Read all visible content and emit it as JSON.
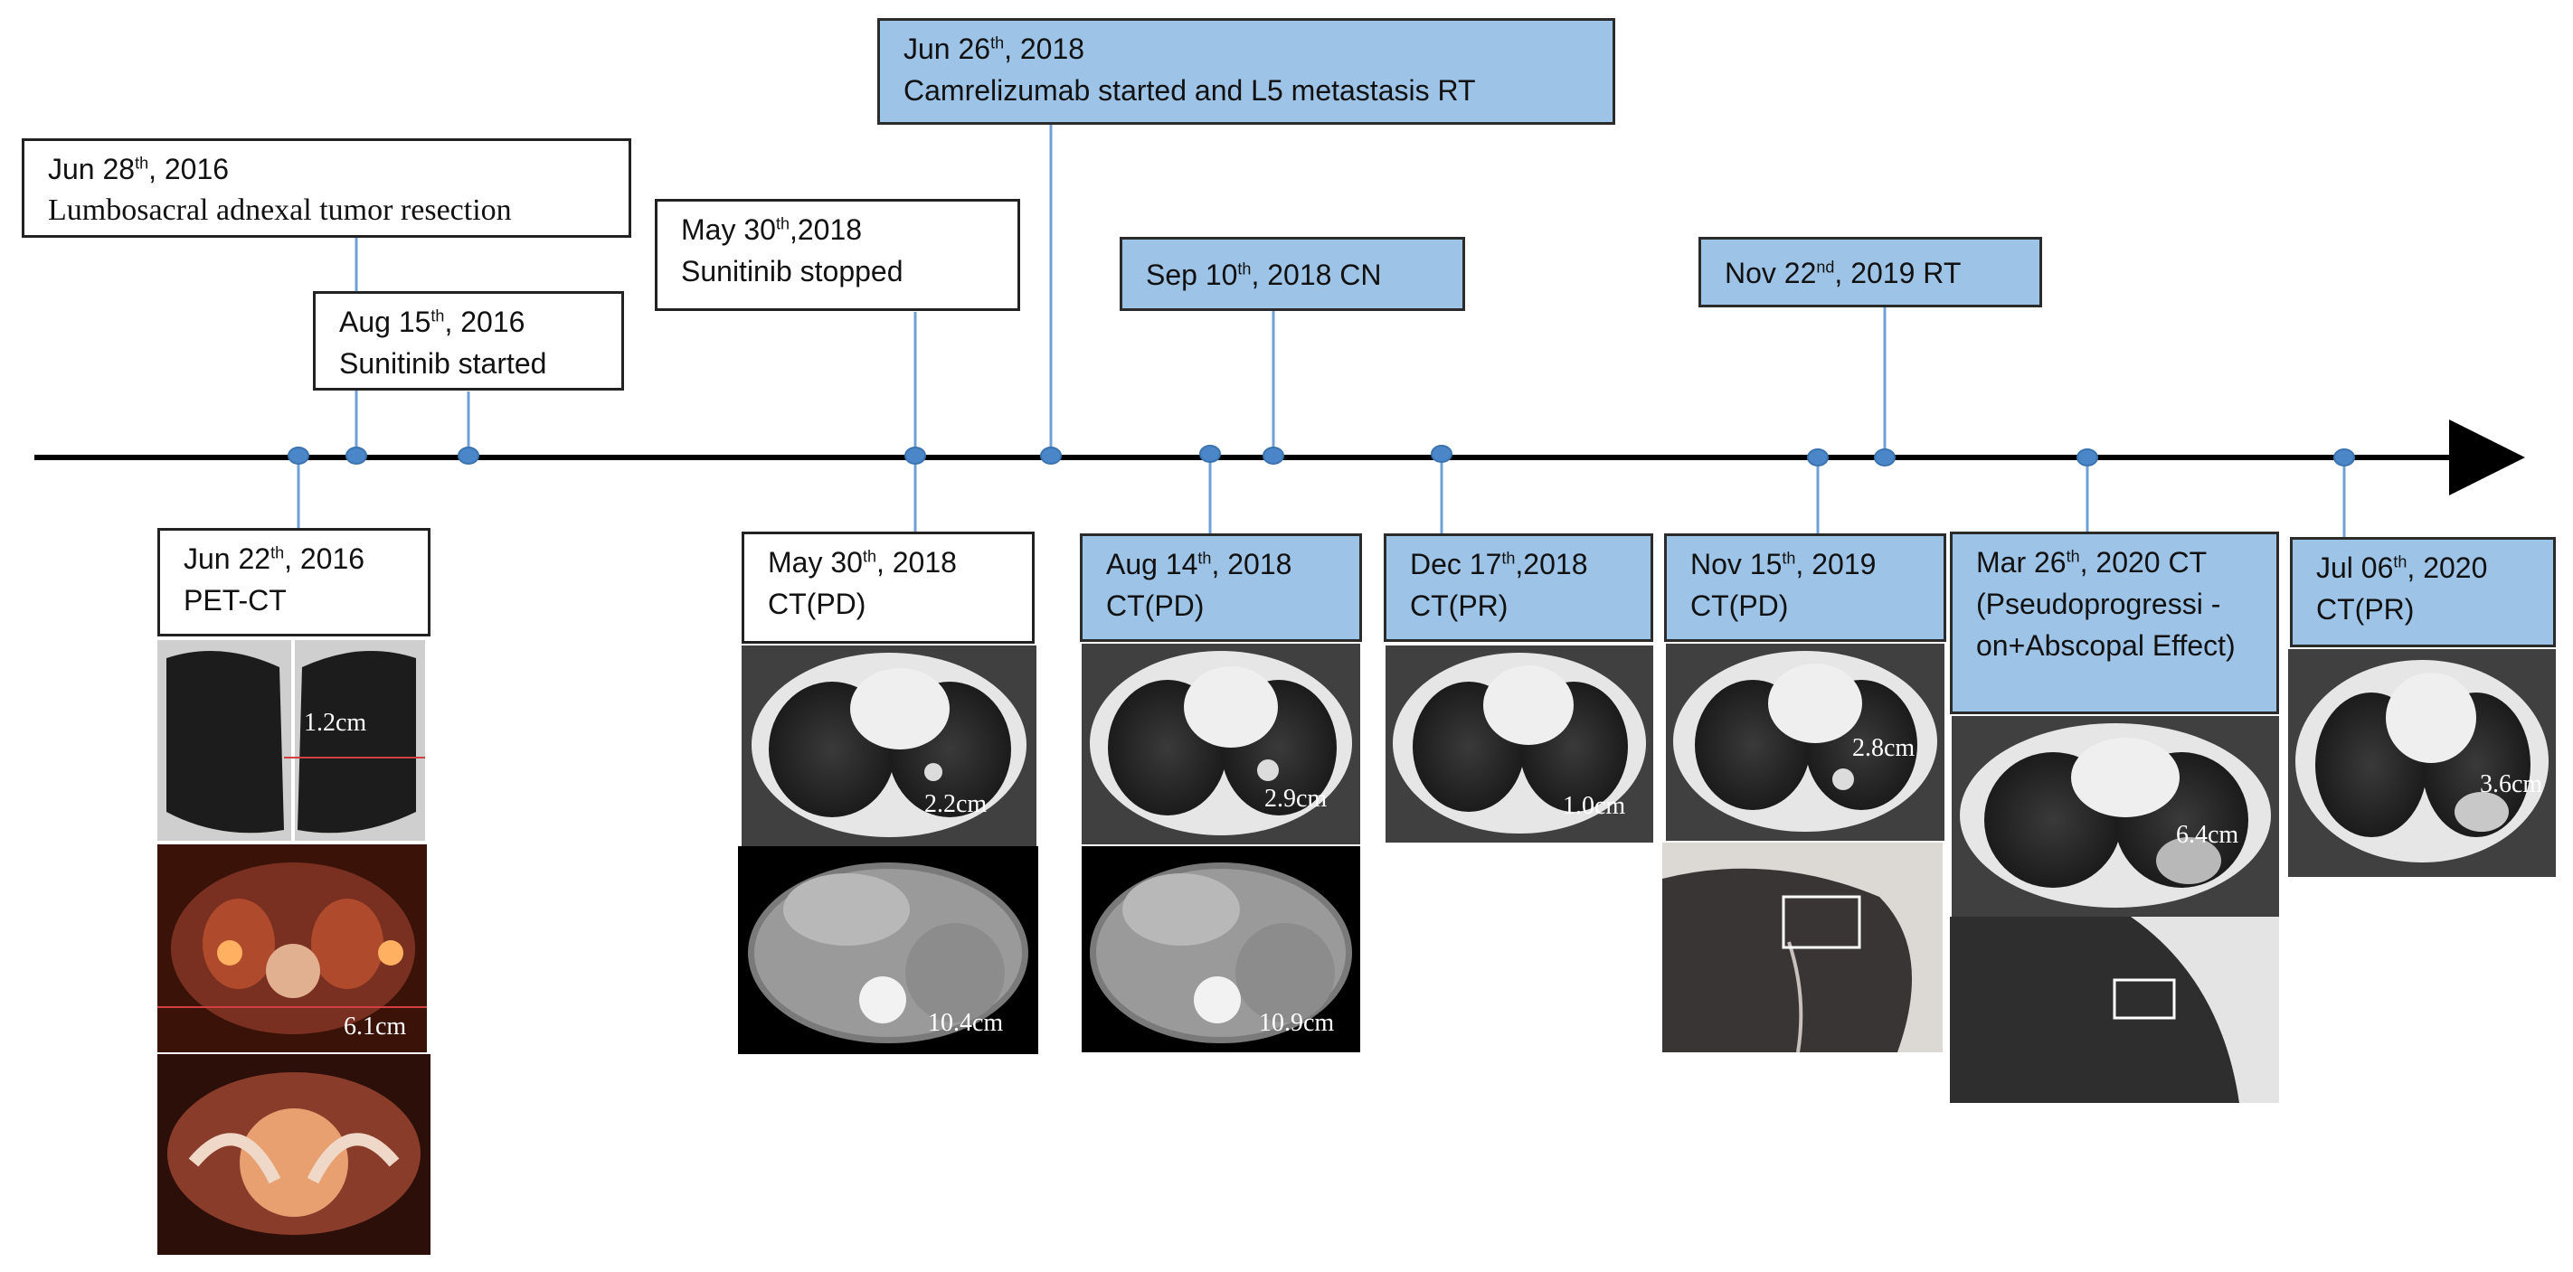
{
  "events_above": [
    {
      "month_day": "Jun 28",
      "suffix": "th",
      "year": ", 2016",
      "text": "Lumbosacral adnexal tumor resection"
    },
    {
      "month_day": "Aug 15",
      "suffix": "th",
      "year": ", 2016",
      "text": "Sunitinib started"
    },
    {
      "month_day": "May 30",
      "suffix": "th",
      "year": ",2018",
      "text": "Sunitinib stopped"
    },
    {
      "month_day": "Jun 26",
      "suffix": "th",
      "year": ", 2018",
      "text": "Camrelizumab started and L5 metastasis RT"
    },
    {
      "month_day": "Sep 10",
      "suffix": "th",
      "year": ", 2018 CN",
      "text": ""
    },
    {
      "month_day": "Nov 22",
      "suffix": "nd",
      "year": ", 2019 RT",
      "text": ""
    }
  ],
  "events_below": [
    {
      "month_day": "Jun 22",
      "suffix": "th",
      "year": ", 2016",
      "text": "PET-CT"
    },
    {
      "month_day": "May 30",
      "suffix": "th",
      "year": ", 2018",
      "text": "CT(PD)"
    },
    {
      "month_day": "Aug 14",
      "suffix": "th",
      "year": ", 2018",
      "text": "CT(PD)"
    },
    {
      "month_day": "Dec 17",
      "suffix": "th",
      "year": ",2018",
      "text": "CT(PR)"
    },
    {
      "month_day": "Nov 15",
      "suffix": "th",
      "year": ", 2019",
      "text": "CT(PD)"
    },
    {
      "month_day": "Mar 26",
      "suffix": "th",
      "year": ", 2020 CT",
      "text": "(Pseudoprogressi -on+Abscopal Effect)"
    },
    {
      "month_day": "Jul 06",
      "suffix": "th",
      "year": ", 2020",
      "text": "CT(PR)"
    }
  ],
  "measurements": {
    "pet_lung": "1.2cm",
    "pet_abdomen": "6.1cm",
    "may_lung": "2.2cm",
    "may_abdomen": "10.4cm",
    "aug_lung": "2.9cm",
    "aug_abdomen": "10.9cm",
    "dec_lung": "1.0cm",
    "nov_lung": "2.8cm",
    "mar_lung": "6.4cm",
    "jul_lung": "3.6cm"
  },
  "colors": {
    "box_blue": "#9dc3e6",
    "connector": "#6fa0d8",
    "dot": "#4a86c8",
    "axis": "#000000"
  }
}
